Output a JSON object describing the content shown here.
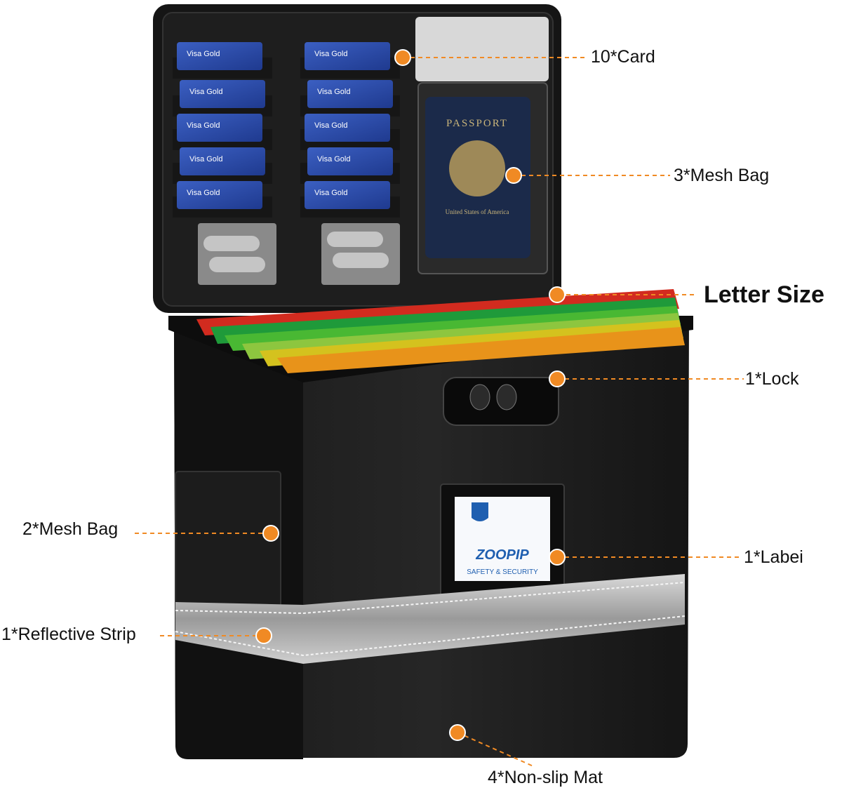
{
  "accent_color": "#f08a24",
  "product": {
    "brand_name": "ZOOPIP",
    "brand_tagline": "SAFETY & SECURITY",
    "card_text": "Visa Gold",
    "passport_text": "PASSPORT",
    "passport_country": "United States of America"
  },
  "callouts": {
    "cards": "10*Card",
    "mesh_bag_lid": "3*Mesh Bag",
    "letter_size": "Letter Size",
    "lock": "1*Lock",
    "mesh_bag_side": "2*Mesh Bag",
    "label": "1*Labei",
    "reflective_strip": "1*Reflective Strip",
    "non_slip_mat": "4*Non-slip Mat"
  }
}
